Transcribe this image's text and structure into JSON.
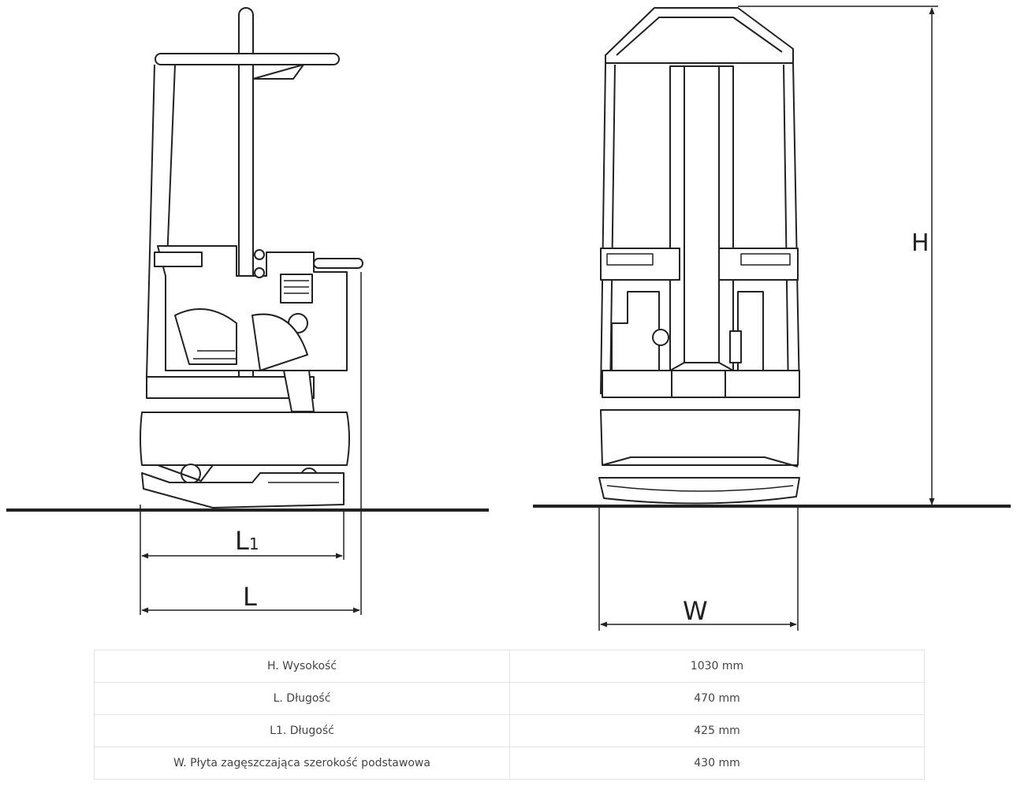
{
  "dimensions": {
    "height_letter": "H",
    "length_letter": "L",
    "length1_letter": "L",
    "length1_subscript": "1",
    "width_letter": "W"
  },
  "specs": [
    {
      "label": "H. Wysokość",
      "value": "1030 mm"
    },
    {
      "label": "L. Długość",
      "value": "470 mm"
    },
    {
      "label": "L1. Długość",
      "value": "425 mm"
    },
    {
      "label": "W. Płyta zagęszczająca szerokość podstawowa",
      "value": "430 mm"
    }
  ]
}
